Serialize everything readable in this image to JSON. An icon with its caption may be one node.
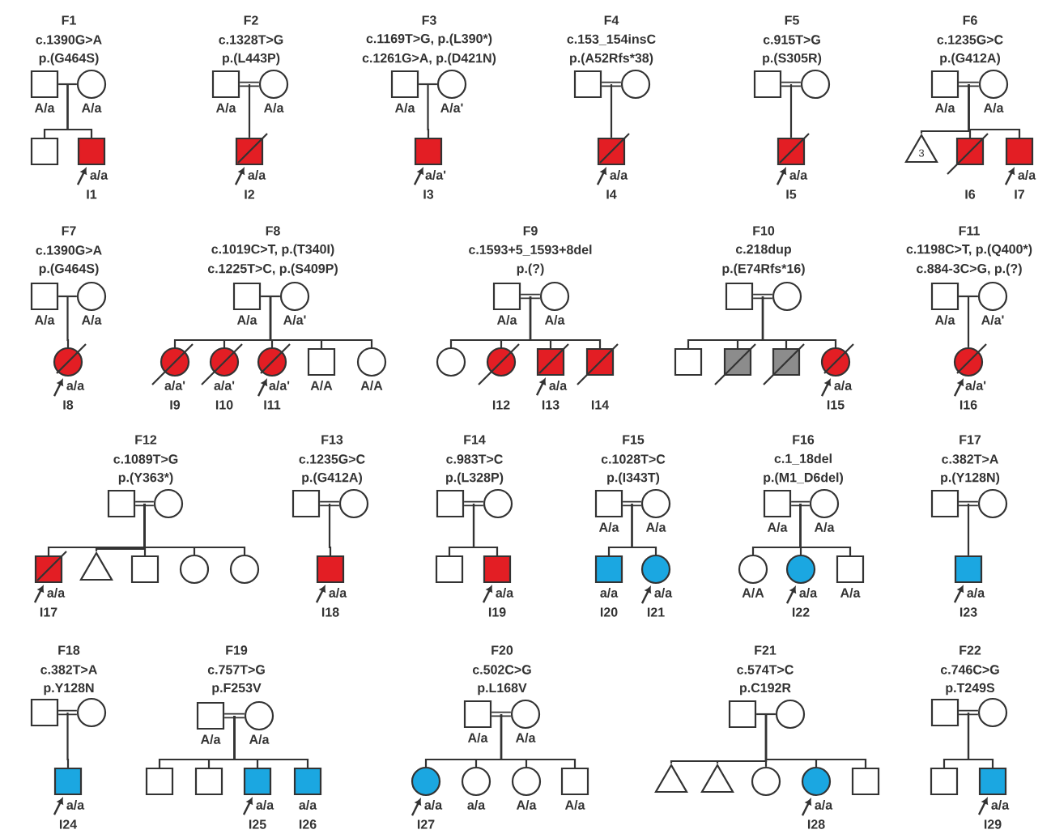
{
  "diagram": {
    "nodes": [
      {
        "text": [],
        "shape": "square",
        "beside": [
          "A/a"
        ]
      },
      {
        "text": [],
        "shape": "circle",
        "beside": [
          "A/a"
        ]
      },
      {
        "text": [],
        "shape": "square"
      },
      {
        "text": [],
        "shape": "square",
        "beside": [
          "a/a",
          "I1"
        ]
      },
      {
        "text": [],
        "shape": "square",
        "beside": [
          "A/a"
        ]
      },
      {
        "text": [],
        "shape": "circle",
        "beside": [
          "A/a"
        ]
      },
      {
        "text": [],
        "shape": "square",
        "beside": [
          "a/a",
          "I2"
        ]
      },
      {
        "text": [],
        "shape": "square",
        "beside": [
          "A/a"
        ]
      },
      {
        "text": [],
        "shape": "circle",
        "beside": [
          "A/a'"
        ]
      },
      {
        "text": [],
        "shape": "square",
        "beside": [
          "a/a'",
          "I3"
        ]
      },
      {
        "text": [],
        "shape": "square"
      },
      {
        "text": [],
        "shape": "circle"
      },
      {
        "text": [],
        "shape": "square",
        "beside": [
          "a/a",
          "I4"
        ]
      },
      {
        "text": [],
        "shape": "square"
      },
      {
        "text": [],
        "shape": "circle"
      },
      {
        "text": [],
        "shape": "square",
        "beside": [
          "a/a",
          "I5"
        ]
      },
      {
        "text": [],
        "shape": "square",
        "beside": [
          "A/a"
        ]
      },
      {
        "text": [],
        "shape": "circle",
        "beside": [
          "A/a"
        ]
      },
      {
        "text": [
          "3"
        ]
      },
      {
        "text": [],
        "shape": "square",
        "beside": [
          "I6"
        ]
      },
      {
        "text": [],
        "shape": "square",
        "beside": [
          "a/a",
          "I7"
        ]
      },
      {
        "text": [],
        "shape": "square",
        "beside": [
          "A/a"
        ]
      },
      {
        "text": [],
        "shape": "circle",
        "beside": [
          "A/a"
        ]
      },
      {
        "text": [],
        "shape": "circle",
        "beside": [
          "a/a",
          "I8"
        ]
      },
      {
        "text": [],
        "shape": "square",
        "beside": [
          "A/a"
        ]
      },
      {
        "text": [],
        "shape": "circle",
        "beside": [
          "A/a'"
        ]
      },
      {
        "text": [],
        "shape": "circle",
        "beside": [
          "a/a'",
          "I9"
        ]
      },
      {
        "text": [],
        "shape": "circle",
        "beside": [
          "a/a'",
          "I10"
        ]
      },
      {
        "text": [],
        "shape": "circle",
        "beside": [
          "a/a'",
          "I11"
        ]
      },
      {
        "text": [],
        "shape": "square",
        "beside": [
          "A/A"
        ]
      },
      {
        "text": [],
        "shape": "circle",
        "beside": [
          "A/A"
        ]
      },
      {
        "text": [],
        "shape": "square",
        "beside": [
          "A/a"
        ]
      },
      {
        "text": [],
        "shape": "circle",
        "beside": [
          "A/a"
        ]
      },
      {
        "text": [],
        "shape": "circle"
      },
      {
        "text": [],
        "shape": "circle",
        "beside": [
          "I12"
        ]
      },
      {
        "text": [],
        "shape": "square",
        "beside": [
          "a/a",
          "I13"
        ]
      },
      {
        "text": [],
        "shape": "square",
        "beside": [
          "I14"
        ]
      },
      {
        "text": [],
        "shape": "square"
      },
      {
        "text": [],
        "shape": "circle"
      },
      {
        "text": [],
        "shape": "square"
      },
      {
        "text": [],
        "shape": "square"
      },
      {
        "text": [],
        "shape": "square"
      },
      {
        "text": [],
        "shape": "circle",
        "beside": [
          "a/a",
          "I15"
        ]
      },
      {
        "text": [],
        "shape": "square",
        "beside": [
          "A/a"
        ]
      },
      {
        "text": [],
        "shape": "circle",
        "beside": [
          "A/a'"
        ]
      },
      {
        "text": [],
        "shape": "circle",
        "beside": [
          "a/a'",
          "I16"
        ]
      },
      {
        "text": [],
        "shape": "square"
      },
      {
        "text": [],
        "shape": "circle"
      },
      {
        "text": [],
        "shape": "square",
        "beside": [
          "a/a",
          "I17"
        ]
      },
      {
        "text": [],
        "shape": "triangle"
      },
      {
        "text": [],
        "shape": "square"
      },
      {
        "text": [],
        "shape": "circle"
      },
      {
        "text": [],
        "shape": "circle"
      },
      {
        "text": [],
        "shape": "square"
      },
      {
        "text": [],
        "shape": "circle"
      },
      {
        "text": [],
        "shape": "square",
        "beside": [
          "a/a",
          "I18"
        ]
      },
      {
        "text": [],
        "shape": "square"
      },
      {
        "text": [],
        "shape": "circle"
      },
      {
        "text": [],
        "shape": "square"
      },
      {
        "text": [],
        "shape": "square",
        "beside": [
          "a/a",
          "I19"
        ]
      },
      {
        "text": [],
        "shape": "square",
        "beside": [
          "A/a"
        ]
      },
      {
        "text": [],
        "shape": "circle",
        "beside": [
          "A/a"
        ]
      },
      {
        "text": [],
        "shape": "square",
        "beside": [
          "a/a",
          "I20"
        ]
      },
      {
        "text": [],
        "shape": "circle",
        "beside": [
          "a/a",
          "I21"
        ]
      },
      {
        "text": [],
        "shape": "square",
        "beside": [
          "A/a"
        ]
      },
      {
        "text": [],
        "shape": "circle",
        "beside": [
          "A/a"
        ]
      },
      {
        "text": [],
        "shape": "circle",
        "beside": [
          "A/A"
        ]
      },
      {
        "text": [],
        "shape": "circle",
        "beside": [
          "a/a",
          "I22"
        ]
      },
      {
        "text": [],
        "shape": "square",
        "beside": [
          "A/a"
        ]
      },
      {
        "text": [],
        "shape": "square"
      },
      {
        "text": [],
        "shape": "circle"
      },
      {
        "text": [],
        "shape": "square",
        "beside": [
          "a/a",
          "I23"
        ]
      },
      {
        "text": [],
        "shape": "square"
      },
      {
        "text": [],
        "shape": "circle"
      },
      {
        "text": [],
        "shape": "square",
        "beside": [
          "a/a",
          "I24"
        ]
      },
      {
        "text": [],
        "shape": "square",
        "beside": [
          "A/a"
        ]
      },
      {
        "text": [],
        "shape": "circle",
        "beside": [
          "A/a"
        ]
      },
      {
        "text": [],
        "shape": "square"
      },
      {
        "text": [],
        "shape": "square"
      },
      {
        "text": [],
        "shape": "square",
        "beside": [
          "a/a",
          "I25"
        ]
      },
      {
        "text": [],
        "shape": "square",
        "beside": [
          "a/a",
          "I26"
        ]
      },
      {
        "text": [],
        "shape": "square",
        "beside": [
          "A/a"
        ]
      },
      {
        "text": [],
        "shape": "circle",
        "beside": [
          "A/a"
        ]
      },
      {
        "text": [],
        "shape": "circle",
        "beside": [
          "a/a",
          "I27"
        ]
      },
      {
        "text": [],
        "shape": "circle",
        "beside": [
          "a/a"
        ]
      },
      {
        "text": [],
        "shape": "circle",
        "beside": [
          "A/a"
        ]
      },
      {
        "text": [],
        "shape": "square",
        "beside": [
          "A/a"
        ]
      },
      {
        "text": [],
        "shape": "square"
      },
      {
        "text": [],
        "shape": "circle"
      },
      {
        "text": [],
        "shape": "triangle"
      },
      {
        "text": [],
        "shape": "triangle"
      },
      {
        "text": [],
        "shape": "circle"
      },
      {
        "text": [],
        "shape": "circle",
        "beside": [
          "a/a",
          "I28"
        ]
      },
      {
        "text": [],
        "shape": "square"
      },
      {
        "text": [],
        "shape": "square"
      },
      {
        "text": [],
        "shape": "circle"
      },
      {
        "text": [],
        "shape": "square"
      },
      {
        "text": [],
        "shape": "square",
        "beside": [
          "a/a",
          "I29"
        ]
      }
    ],
    "edges": [
      {
        "from": 0,
        "to": 1,
        "arrow": "none"
      },
      {
        "from": 0,
        "to": 2,
        "arrow": "none"
      },
      {
        "from": 1,
        "to": 2,
        "arrow": "none"
      },
      {
        "from": 0,
        "to": 3,
        "arrow": "none"
      },
      {
        "from": 1,
        "to": 3,
        "arrow": "none"
      },
      {
        "from": null,
        "to": 3,
        "arrow": "to"
      },
      {
        "from": 4,
        "to": 5,
        "arrow": "none"
      },
      {
        "from": 4,
        "to": 6,
        "arrow": "none"
      },
      {
        "from": 5,
        "to": 6,
        "arrow": "none"
      },
      {
        "from": null,
        "to": 6,
        "arrow": "to"
      },
      {
        "from": 7,
        "to": 8,
        "arrow": "none"
      },
      {
        "from": 7,
        "to": 9,
        "arrow": "none"
      },
      {
        "from": 8,
        "to": 9,
        "arrow": "none"
      },
      {
        "from": null,
        "to": 9,
        "arrow": "to"
      },
      {
        "from": 10,
        "to": 11,
        "arrow": "none"
      },
      {
        "from": 10,
        "to": 12,
        "arrow": "none"
      },
      {
        "from": 11,
        "to": 12,
        "arrow": "none"
      },
      {
        "from": null,
        "to": 12,
        "arrow": "to"
      },
      {
        "from": 13,
        "to": 14,
        "arrow": "none"
      },
      {
        "from": 13,
        "to": 15,
        "arrow": "none"
      },
      {
        "from": 14,
        "to": 15,
        "arrow": "none"
      },
      {
        "from": null,
        "to": 15,
        "arrow": "to"
      },
      {
        "from": 16,
        "to": 17,
        "arrow": "none"
      },
      {
        "from": 16,
        "to": 18,
        "arrow": "none"
      },
      {
        "from": 17,
        "to": 18,
        "arrow": "none"
      },
      {
        "from": 16,
        "to": 19,
        "arrow": "none"
      },
      {
        "from": 17,
        "to": 19,
        "arrow": "none"
      },
      {
        "from": 16,
        "to": 20,
        "arrow": "none"
      },
      {
        "from": 17,
        "to": 20,
        "arrow": "none"
      },
      {
        "from": null,
        "to": 20,
        "arrow": "to"
      },
      {
        "from": 21,
        "to": 22,
        "arrow": "none"
      },
      {
        "from": 21,
        "to": 23,
        "arrow": "none"
      },
      {
        "from": 22,
        "to": 23,
        "arrow": "none"
      },
      {
        "from": null,
        "to": 23,
        "arrow": "to"
      },
      {
        "from": 24,
        "to": 25,
        "arrow": "none"
      },
      {
        "from": 24,
        "to": 26,
        "arrow": "none"
      },
      {
        "from": 25,
        "to": 26,
        "arrow": "none"
      },
      {
        "from": 24,
        "to": 27,
        "arrow": "none"
      },
      {
        "from": 25,
        "to": 27,
        "arrow": "none"
      },
      {
        "from": 24,
        "to": 28,
        "arrow": "none"
      },
      {
        "from": 25,
        "to": 28,
        "arrow": "none"
      },
      {
        "from": 24,
        "to": 29,
        "arrow": "none"
      },
      {
        "from": 25,
        "to": 29,
        "arrow": "none"
      },
      {
        "from": 24,
        "to": 30,
        "arrow": "none"
      },
      {
        "from": 25,
        "to": 30,
        "arrow": "none"
      },
      {
        "from": null,
        "to": 28,
        "arrow": "to"
      },
      {
        "from": 31,
        "to": 32,
        "arrow": "none"
      },
      {
        "from": 31,
        "to": 33,
        "arrow": "none"
      },
      {
        "from": 32,
        "to": 33,
        "arrow": "none"
      },
      {
        "from": 31,
        "to": 34,
        "arrow": "none"
      },
      {
        "from": 32,
        "to": 34,
        "arrow": "none"
      },
      {
        "from": 31,
        "to": 35,
        "arrow": "none"
      },
      {
        "from": 32,
        "to": 35,
        "arrow": "none"
      },
      {
        "from": 31,
        "to": 36,
        "arrow": "none"
      },
      {
        "from": 32,
        "to": 36,
        "arrow": "none"
      },
      {
        "from": null,
        "to": 35,
        "arrow": "to"
      },
      {
        "from": 37,
        "to": 38,
        "arrow": "none"
      },
      {
        "from": 37,
        "to": 39,
        "arrow": "none"
      },
      {
        "from": 38,
        "to": 39,
        "arrow": "none"
      },
      {
        "from": 37,
        "to": 40,
        "arrow": "none"
      },
      {
        "from": 38,
        "to": 40,
        "arrow": "none"
      },
      {
        "from": 37,
        "to": 41,
        "arrow": "none"
      },
      {
        "from": 38,
        "to": 41,
        "arrow": "none"
      },
      {
        "from": 37,
        "to": 42,
        "arrow": "none"
      },
      {
        "from": 38,
        "to": 42,
        "arrow": "none"
      },
      {
        "from": null,
        "to": 42,
        "arrow": "to"
      },
      {
        "from": 43,
        "to": 44,
        "arrow": "none"
      },
      {
        "from": 43,
        "to": 45,
        "arrow": "none"
      },
      {
        "from": 44,
        "to": 45,
        "arrow": "none"
      },
      {
        "from": null,
        "to": 45,
        "arrow": "to"
      },
      {
        "from": 46,
        "to": 47,
        "arrow": "none"
      },
      {
        "from": 46,
        "to": 48,
        "arrow": "none"
      },
      {
        "from": 47,
        "to": 48,
        "arrow": "none"
      },
      {
        "from": 46,
        "to": 49,
        "arrow": "none"
      },
      {
        "from": 47,
        "to": 49,
        "arrow": "none"
      },
      {
        "from": 46,
        "to": 50,
        "arrow": "none"
      },
      {
        "from": 47,
        "to": 50,
        "arrow": "none"
      },
      {
        "from": 46,
        "to": 51,
        "arrow": "none"
      },
      {
        "from": 47,
        "to": 51,
        "arrow": "none"
      },
      {
        "from": 46,
        "to": 52,
        "arrow": "none"
      },
      {
        "from": 47,
        "to": 52,
        "arrow": "none"
      },
      {
        "from": null,
        "to": 48,
        "arrow": "to"
      },
      {
        "from": 53,
        "to": 54,
        "arrow": "none"
      },
      {
        "from": 53,
        "to": 55,
        "arrow": "none"
      },
      {
        "from": 54,
        "to": 55,
        "arrow": "none"
      },
      {
        "from": null,
        "to": 55,
        "arrow": "to"
      },
      {
        "from": 56,
        "to": 57,
        "arrow": "none"
      },
      {
        "from": 56,
        "to": 58,
        "arrow": "none"
      },
      {
        "from": 57,
        "to": 58,
        "arrow": "none"
      },
      {
        "from": 56,
        "to": 59,
        "arrow": "none"
      },
      {
        "from": 57,
        "to": 59,
        "arrow": "none"
      },
      {
        "from": null,
        "to": 59,
        "arrow": "to"
      },
      {
        "from": 60,
        "to": 61,
        "arrow": "none"
      },
      {
        "from": 60,
        "to": 62,
        "arrow": "none"
      },
      {
        "from": 61,
        "to": 62,
        "arrow": "none"
      },
      {
        "from": 60,
        "to": 63,
        "arrow": "none"
      },
      {
        "from": 61,
        "to": 63,
        "arrow": "none"
      },
      {
        "from": null,
        "to": 63,
        "arrow": "to"
      },
      {
        "from": 64,
        "to": 65,
        "arrow": "none"
      },
      {
        "from": 64,
        "to": 66,
        "arrow": "none"
      },
      {
        "from": 65,
        "to": 66,
        "arrow": "none"
      },
      {
        "from": 64,
        "to": 67,
        "arrow": "none"
      },
      {
        "from": 65,
        "to": 67,
        "arrow": "none"
      },
      {
        "from": 64,
        "to": 68,
        "arrow": "none"
      },
      {
        "from": 65,
        "to": 68,
        "arrow": "none"
      },
      {
        "from": null,
        "to": 67,
        "arrow": "to"
      },
      {
        "from": 69,
        "to": 70,
        "arrow": "none"
      },
      {
        "from": 69,
        "to": 71,
        "arrow": "none"
      },
      {
        "from": 70,
        "to": 71,
        "arrow": "none"
      },
      {
        "from": null,
        "to": 71,
        "arrow": "to"
      },
      {
        "from": 72,
        "to": 73,
        "arrow": "none"
      },
      {
        "from": 72,
        "to": 74,
        "arrow": "none"
      },
      {
        "from": 73,
        "to": 74,
        "arrow": "none"
      },
      {
        "from": null,
        "to": 74,
        "arrow": "to"
      },
      {
        "from": 75,
        "to": 76,
        "arrow": "none"
      },
      {
        "from": 75,
        "to": 77,
        "arrow": "none"
      },
      {
        "from": 76,
        "to": 77,
        "arrow": "none"
      },
      {
        "from": 75,
        "to": 78,
        "arrow": "none"
      },
      {
        "from": 76,
        "to": 78,
        "arrow": "none"
      },
      {
        "from": 75,
        "to": 79,
        "arrow": "none"
      },
      {
        "from": 76,
        "to": 79,
        "arrow": "none"
      },
      {
        "from": 75,
        "to": 80,
        "arrow": "none"
      },
      {
        "from": 76,
        "to": 80,
        "arrow": "none"
      },
      {
        "from": null,
        "to": 79,
        "arrow": "to"
      },
      {
        "from": 81,
        "to": 82,
        "arrow": "none"
      },
      {
        "from": 81,
        "to": 83,
        "arrow": "none"
      },
      {
        "from": 82,
        "to": 83,
        "arrow": "none"
      },
      {
        "from": 81,
        "to": 84,
        "arrow": "none"
      },
      {
        "from": 82,
        "to": 84,
        "arrow": "none"
      },
      {
        "from": 81,
        "to": 85,
        "arrow": "none"
      },
      {
        "from": 82,
        "to": 85,
        "arrow": "none"
      },
      {
        "from": 81,
        "to": 86,
        "arrow": "none"
      },
      {
        "from": 82,
        "to": 86,
        "arrow": "none"
      },
      {
        "from": null,
        "to": 83,
        "arrow": "to"
      },
      {
        "from": 87,
        "to": 88,
        "arrow": "none"
      },
      {
        "from": 87,
        "to": 89,
        "arrow": "none"
      },
      {
        "from": 88,
        "to": 89,
        "arrow": "none"
      },
      {
        "from": 87,
        "to": 90,
        "arrow": "none"
      },
      {
        "from": 88,
        "to": 90,
        "arrow": "none"
      },
      {
        "from": 87,
        "to": 91,
        "arrow": "none"
      },
      {
        "from": 88,
        "to": 91,
        "arrow": "none"
      },
      {
        "from": 87,
        "to": 92,
        "arrow": "none"
      },
      {
        "from": 88,
        "to": 92,
        "arrow": "none"
      },
      {
        "from": 87,
        "to": 93,
        "arrow": "none"
      },
      {
        "from": 88,
        "to": 93,
        "arrow": "none"
      },
      {
        "from": null,
        "to": 92,
        "arrow": "to"
      },
      {
        "from": 94,
        "to": 95,
        "arrow": "none"
      },
      {
        "from": 94,
        "to": 96,
        "arrow": "none"
      },
      {
        "from": 95,
        "to": 96,
        "arrow": "none"
      },
      {
        "from": 94,
        "to": 97,
        "arrow": "none"
      },
      {
        "from": 95,
        "to": 97,
        "arrow": "none"
      },
      {
        "from": null,
        "to": 97,
        "arrow": "to"
      }
    ],
    "labels": [
      "F1",
      "c.1390G>A",
      "p.(G464S)",
      "F2",
      "c.1328T>G",
      "p.(L443P)",
      "F3",
      "c.1169T>G, p.(L390*)",
      "c.1261G>A, p.(D421N)",
      "F4",
      "c.153_154insC",
      "p.(A52Rfs*38)",
      "F5",
      "c.915T>G",
      "p.(S305R)",
      "F6",
      "c.1235G>C",
      "p.(G412A)",
      "F7",
      "c.1390G>A",
      "p.(G464S)",
      "F8",
      "c.1019C>T, p.(T340I)",
      "c.1225T>C, p.(S409P)",
      "F9",
      "c.1593+5_1593+8del",
      "p.(?)",
      "F10",
      "c.218dup",
      "p.(E74Rfs*16)",
      "F11",
      "c.1198C>T, p.(Q400*)",
      "c.884-3C>G, p.(?)",
      "F12",
      "c.1089T>G",
      "p.(Y363*)",
      "F13",
      "c.1235G>C",
      "p.(G412A)",
      "F14",
      "c.983T>C",
      "p.(L328P)",
      "F15",
      "c.1028T>C",
      "p.(I343T)",
      "F16",
      "c.1_18del",
      "p.(M1_D6del)",
      "F17",
      "c.382T>A",
      "p.(Y128N)",
      "F18",
      "c.382T>A",
      "p.Y128N",
      "F19",
      "c.757T>G",
      "p.F253V",
      "F20",
      "c.502C>G",
      "p.L168V",
      "F21",
      "c.574T>C",
      "p.C192R",
      "F22",
      "c.746C>G",
      "p.T249S"
    ]
  }
}
